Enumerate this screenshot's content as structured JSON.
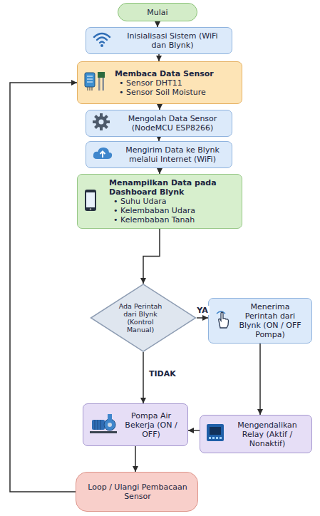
{
  "diagram": {
    "nodes": [
      {
        "text": [
          "Mulai"
        ]
      },
      {
        "text": [
          "Inisialisasi Sistem (WiFi dan Blynk)"
        ]
      },
      {
        "text": [
          "Membaca Data Sensor",
          "• Sensor DHT11",
          "• Sensor Soil Moisture"
        ]
      },
      {
        "text": [
          "Mengolah Data Sensor (NodeMCU ESP8266)"
        ]
      },
      {
        "text": [
          "Mengirim Data ke Blynk melalui Internet (WiFi)"
        ]
      },
      {
        "text": [
          "Menampilkan Data pada Dashboard Blynk",
          "• Suhu Udara",
          "• Kelembaban Udara",
          "• Kelembaban Tanah"
        ]
      },
      {
        "text": [
          "Ada Perintah dari Blynk (Kontrol Manual)"
        ]
      },
      {
        "text": [
          "Menerima Perintah dari Blynk (ON / OFF Pompa)"
        ]
      },
      {
        "text": [
          "Pompa Air Bekerja (ON / OFF)"
        ]
      },
      {
        "text": [
          "Mengendalikan Relay (Aktif / Nonaktif)"
        ]
      },
      {
        "text": [
          "Loop / Ulangi Pembacaan Sensor"
        ]
      }
    ],
    "edges": [
      {
        "from": 0,
        "to": 1,
        "arrow": "to"
      },
      {
        "from": 1,
        "to": 2,
        "arrow": "to"
      },
      {
        "from": 2,
        "to": 3,
        "arrow": "to"
      },
      {
        "from": 3,
        "to": 4,
        "arrow": "to"
      },
      {
        "from": 4,
        "to": 5,
        "arrow": "to"
      },
      {
        "from": 5,
        "to": 6,
        "arrow": "to"
      },
      {
        "from": 6,
        "to": 7,
        "label": "YA",
        "arrow": "to"
      },
      {
        "from": 6,
        "to": 8,
        "label": "TIDAK",
        "arrow": "to"
      },
      {
        "from": 7,
        "to": 9,
        "arrow": "to"
      },
      {
        "from": 9,
        "to": 8,
        "arrow": "to"
      },
      {
        "from": 8,
        "to": 10,
        "arrow": "to"
      },
      {
        "from": 10,
        "to": 2,
        "arrow": "to"
      }
    ]
  }
}
